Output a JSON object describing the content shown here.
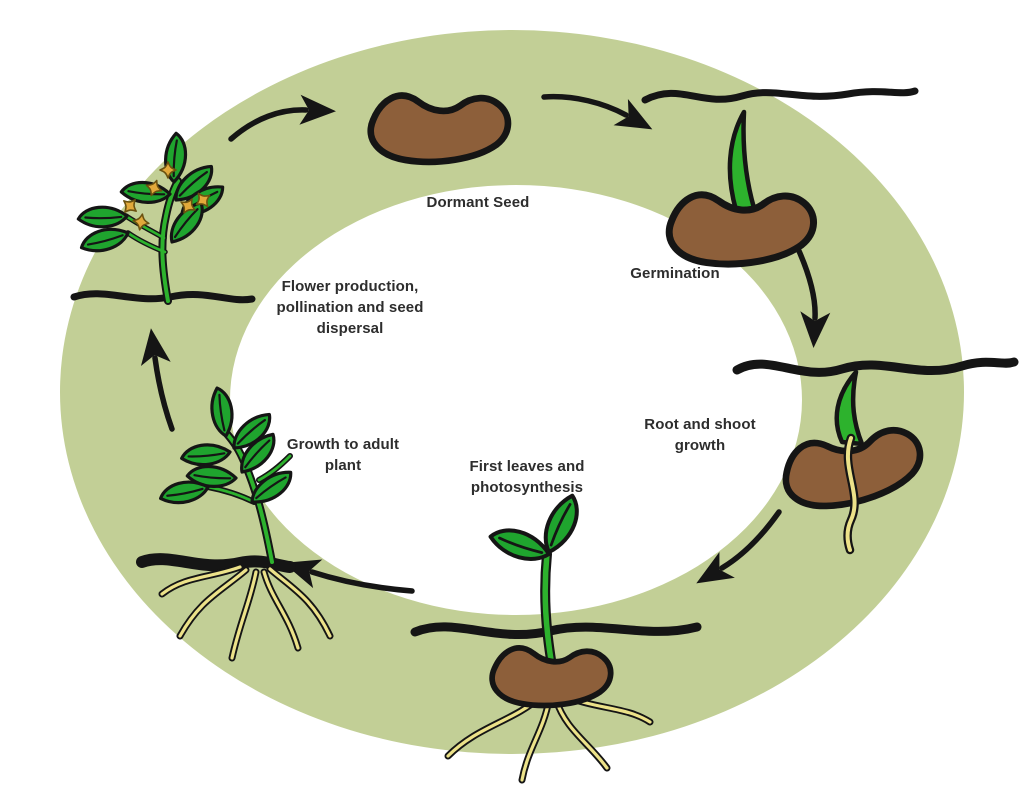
{
  "diagram": {
    "type": "circular-life-cycle",
    "subject": "plant life cycle",
    "direction": "clockwise"
  },
  "stages": [
    {
      "name": "dormant-seed",
      "label": "Dormant Seed",
      "illustration": "brown-bean-seed"
    },
    {
      "name": "germination",
      "label": "Germination",
      "illustration": "seed-with-green-sprout-under-soil-line"
    },
    {
      "name": "root-and-shoot-growth",
      "label": "Root and shoot growth",
      "illustration": "seed-with-shoot-up-and-root-down"
    },
    {
      "name": "first-leaves-and-photosynthesis",
      "label": "First leaves and photosynthesis",
      "illustration": "seedling-with-two-leaves-seed-and-roots"
    },
    {
      "name": "growth-to-adult-plant",
      "label": "Growth to adult plant",
      "illustration": "leafy-young-plant-with-roots"
    },
    {
      "name": "flower-production-pollination-and-seed-dispersal",
      "label": "Flower production, pollination and seed dispersal",
      "illustration": "flowering-plant-with-yellow-blossoms"
    }
  ],
  "colors": {
    "ring_green": "#c2cf96",
    "seed_brown": "#8d5f3a",
    "sprout_green": "#2db22d",
    "leaf_green": "#1fa42e",
    "root_yellow": "#ece289",
    "flower_yellow": "#e2a93b",
    "outline": "#151515",
    "label_text": "#2d2d2d",
    "background": "#ffffff"
  }
}
